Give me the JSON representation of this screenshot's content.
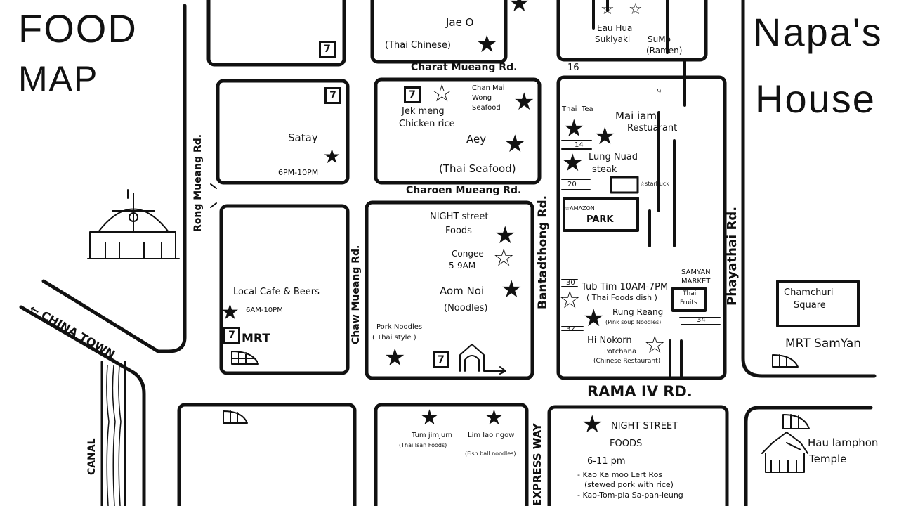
{
  "title": {
    "line1": "FOOD",
    "line2": "MAP",
    "house_line1": "Napa's",
    "house_line2": "House"
  },
  "roads": {
    "charat": "Charat Mueang Rd.",
    "charoen": "Charoen Mueang Rd.",
    "rong": "Rong Mueang Rd.",
    "chaw": "Chaw Mueang Rd.",
    "bantad": "Bantadthong Rd.",
    "phaya": "Phayathai Rd.",
    "rama": "RAMA IV RD.",
    "express": "EXPRESS WAY",
    "china": "← CHINA TOWN",
    "canal": "CANAL"
  },
  "sois": [
    "16",
    "9",
    "14",
    "20",
    "30",
    "32",
    "34"
  ],
  "places": {
    "jae_o": "Jae O",
    "jae_o_sub": "(Thai Chinese)",
    "eau_hua": "Eau Hua",
    "eau_hua_sub": "Sukiyaki",
    "sumo": "SuMo",
    "sumo_sub": "(Ramen)",
    "jek_meng": "Jek meng",
    "jek_meng_sub": "Chicken rice",
    "chan_mai": "Chan Mai",
    "chan_mai2": "Wong",
    "chan_mai3": "Seafood",
    "aey": "Aey",
    "aey_sub": "(Thai Seafood)",
    "satay": "Satay",
    "satay_hours": "6PM-10PM",
    "thai_tea": "Thai",
    "thai_tea2": "Tea",
    "mai_iam": "Mai iam",
    "mai_iam_sub": "Restuarant",
    "lung_nuad": "Lung Nuad",
    "lung_nuad_sub": "steak",
    "starbuck": "☆starbuck",
    "amazon": "☆AMAZON",
    "park": "PARK",
    "night1": "NIGHT street",
    "night1_sub": "Foods",
    "congee": "Congee",
    "congee_hours": "5-9AM",
    "aom_noi": "Aom Noi",
    "aom_noi_sub": "(Noodles)",
    "pork": "Pork Noodles",
    "pork_sub": "( Thai style )",
    "local": "Local Cafe & Beers",
    "local_hours": "6AM-10PM",
    "mrt": "MRT",
    "tubtim": "Tub Tim 10AM-7PM",
    "tubtim_sub": "( Thai Foods dish )",
    "samyan": "SAMYAN",
    "samyan2": "MARKET",
    "thai_fruits": "Thai",
    "thai_fruits2": "Fruits",
    "rung": "Rung Reang",
    "rung_sub": "(Pink soup Noodles)",
    "hi": "Hi Nokorn",
    "hi2": "Potchana",
    "hi_sub": "(Chinese Restaurant)",
    "chamchuri": "Chamchuri",
    "chamchuri2": "Square",
    "mrt_samyan": "MRT SamYan",
    "tum": "Tum jimjum",
    "tum_sub": "(Thai Isan Foods)",
    "lim": "Lim lao ngow",
    "lim_sub": "(Fish ball noodles)",
    "night2": "NIGHT STREET",
    "night2_sub": "FOODS",
    "night2_hours": "6-11 pm",
    "night2_item1": "- Kao Ka moo Lert Ros",
    "night2_item1_sub": "(stewed pork with rice)",
    "night2_item2": "- Kao-Tom-pla Sa-pan-leung",
    "temple": "Hau lamphon",
    "temple2": "Temple"
  },
  "seven_eleven": "7",
  "icons": {
    "fav": "★",
    "rec": "☆"
  }
}
